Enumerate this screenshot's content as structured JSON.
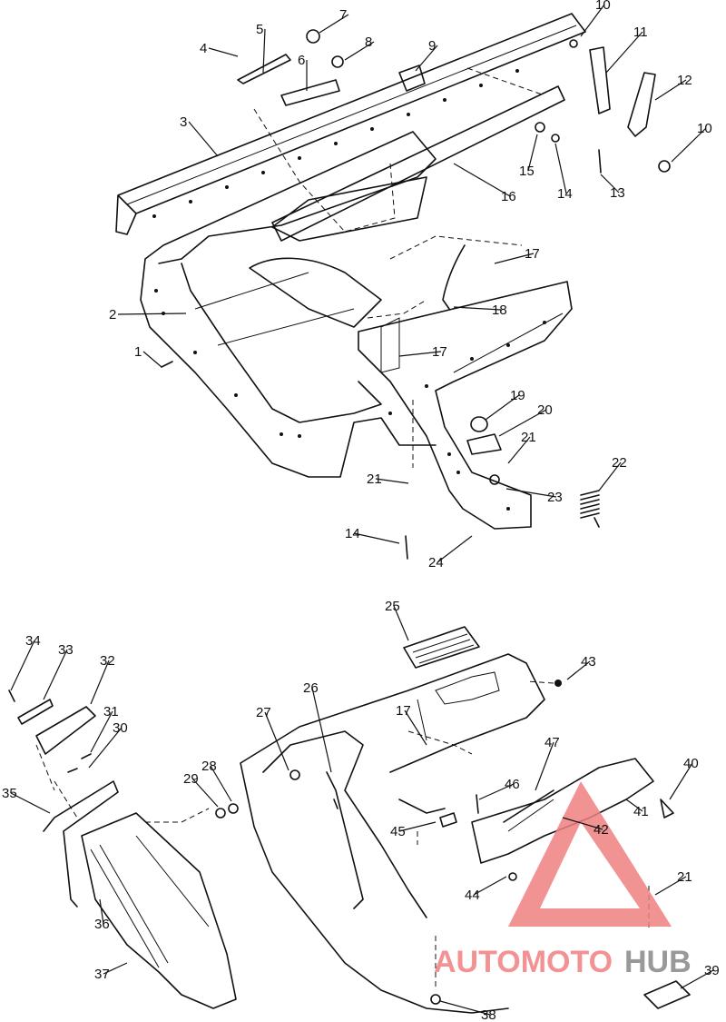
{
  "callouts": [
    {
      "n": "1"
    },
    {
      "n": "2"
    },
    {
      "n": "3"
    },
    {
      "n": "4"
    },
    {
      "n": "5"
    },
    {
      "n": "6"
    },
    {
      "n": "7"
    },
    {
      "n": "8"
    },
    {
      "n": "9"
    },
    {
      "n": "10"
    },
    {
      "n": "11"
    },
    {
      "n": "12"
    },
    {
      "n": "10"
    },
    {
      "n": "13"
    },
    {
      "n": "14"
    },
    {
      "n": "15"
    },
    {
      "n": "16"
    },
    {
      "n": "17"
    },
    {
      "n": "18"
    },
    {
      "n": "17"
    },
    {
      "n": "19"
    },
    {
      "n": "20"
    },
    {
      "n": "21"
    },
    {
      "n": "21"
    },
    {
      "n": "22"
    },
    {
      "n": "23"
    },
    {
      "n": "14"
    },
    {
      "n": "24"
    },
    {
      "n": "25"
    },
    {
      "n": "43"
    },
    {
      "n": "26"
    },
    {
      "n": "27"
    },
    {
      "n": "17"
    },
    {
      "n": "47"
    },
    {
      "n": "40"
    },
    {
      "n": "34"
    },
    {
      "n": "33"
    },
    {
      "n": "32"
    },
    {
      "n": "31"
    },
    {
      "n": "30"
    },
    {
      "n": "28"
    },
    {
      "n": "29"
    },
    {
      "n": "46"
    },
    {
      "n": "41"
    },
    {
      "n": "42"
    },
    {
      "n": "35"
    },
    {
      "n": "45"
    },
    {
      "n": "21"
    },
    {
      "n": "44"
    },
    {
      "n": "36"
    },
    {
      "n": "37"
    },
    {
      "n": "38"
    },
    {
      "n": "39"
    }
  ],
  "watermark": {
    "brand_part1": "AUTOMOTO",
    "brand_part2": "HUB",
    "color": "#f08080"
  }
}
